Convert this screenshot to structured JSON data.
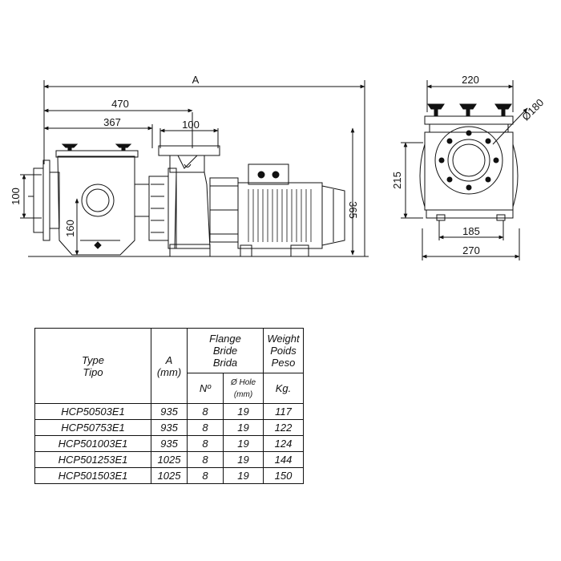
{
  "side_view": {
    "dim_a": "A",
    "dim_470": "470",
    "dim_367": "367",
    "dim_100_top": "100",
    "dim_100_left": "100",
    "dim_160": "160",
    "dim_365": "365"
  },
  "front_view": {
    "dim_220": "220",
    "dim_180": "Ø180",
    "dim_215": "215",
    "dim_185": "185",
    "dim_270": "270"
  },
  "table": {
    "type_label": [
      "Type",
      "Tipo"
    ],
    "a_label": [
      "A",
      "(mm)"
    ],
    "flange_label": [
      "Flange",
      "Bride",
      "Brida"
    ],
    "weight_label": [
      "Weight",
      "Poids",
      "Peso"
    ],
    "no_label": "Nº",
    "hole_label": [
      "Ø Hole",
      "(mm)"
    ],
    "kg_label": "Kg.",
    "rows": [
      {
        "model": "HCP50503E1",
        "a": "935",
        "n": "8",
        "hole": "19",
        "kg": "117"
      },
      {
        "model": "HCP50753E1",
        "a": "935",
        "n": "8",
        "hole": "19",
        "kg": "122"
      },
      {
        "model": "HCP501003E1",
        "a": "935",
        "n": "8",
        "hole": "19",
        "kg": "124"
      },
      {
        "model": "HCP501253E1",
        "a": "1025",
        "n": "8",
        "hole": "19",
        "kg": "144"
      },
      {
        "model": "HCP501503E1",
        "a": "1025",
        "n": "8",
        "hole": "19",
        "kg": "150"
      }
    ]
  }
}
